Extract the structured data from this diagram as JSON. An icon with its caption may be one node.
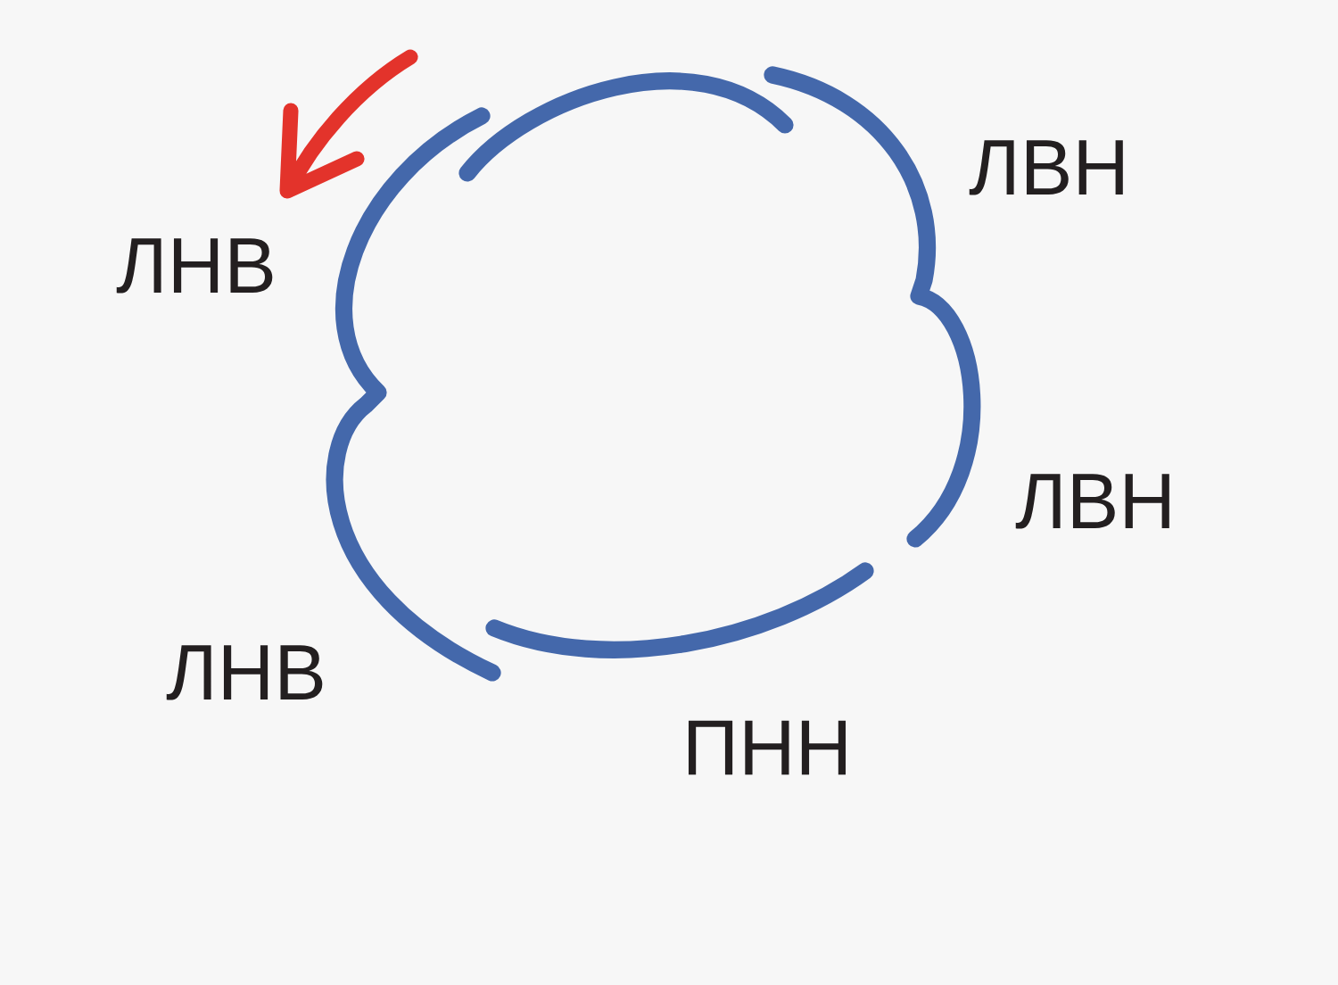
{
  "diagram": {
    "labels": [
      "ЛВН",
      "ЛНВ",
      "ЛВН",
      "ЛНВ",
      "ПНН"
    ]
  }
}
